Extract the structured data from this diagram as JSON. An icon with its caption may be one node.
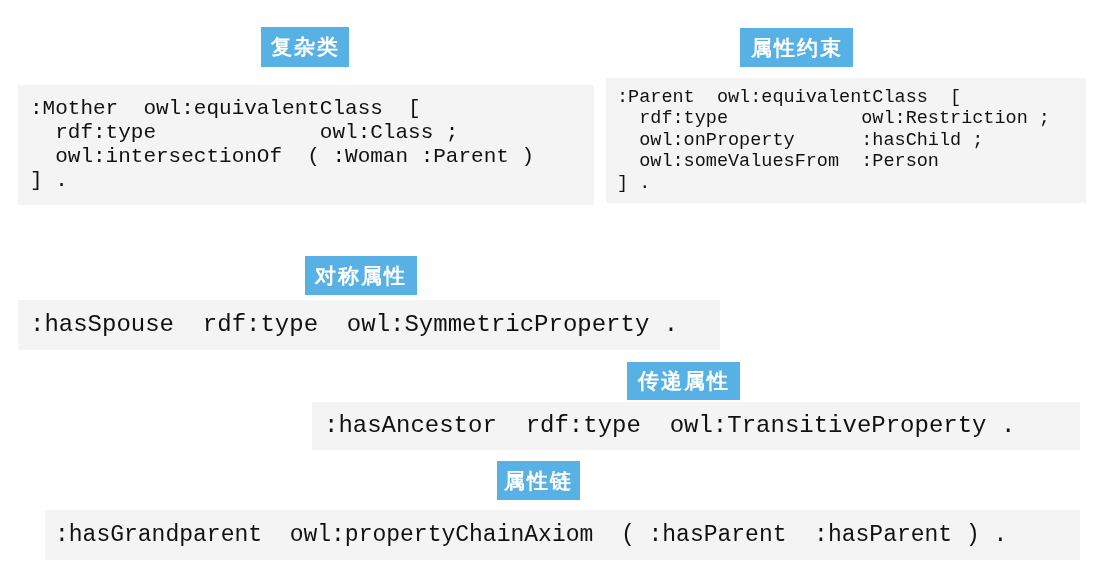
{
  "diagram": {
    "nodes": [
      {
        "text": [
          "复杂类"
        ]
      },
      {
        "text": [
          ":Mother  owl:equivalentClass  [",
          "  rdf:type             owl:Class ;",
          "  owl:intersectionOf  ( :Woman :Parent )",
          "] ."
        ]
      },
      {
        "text": [
          "属性约束"
        ]
      },
      {
        "text": [
          ":Parent  owl:equivalentClass  [",
          "  rdf:type            owl:Restriction ;",
          "  owl:onProperty      :hasChild ;",
          "  owl:someValuesFrom  :Person",
          "] ."
        ]
      },
      {
        "text": [
          "对称属性"
        ]
      },
      {
        "text": [
          ":hasSpouse  rdf:type  owl:SymmetricProperty ."
        ]
      },
      {
        "text": [
          "传递属性"
        ]
      },
      {
        "text": [
          ":hasAncestor  rdf:type  owl:TransitiveProperty ."
        ]
      },
      {
        "text": [
          "属性链"
        ]
      },
      {
        "text": [
          ":hasGrandparent  owl:propertyChainAxiom  ( :hasParent  :hasParent ) ."
        ]
      }
    ]
  }
}
